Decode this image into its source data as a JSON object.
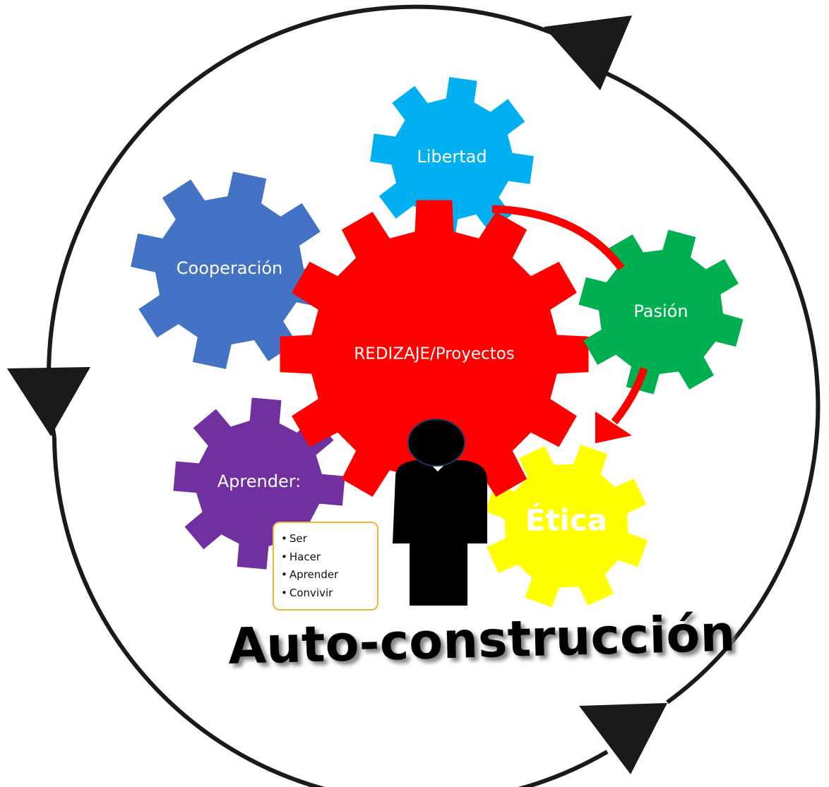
{
  "gears": {
    "center": {
      "label": "REDIZAJE/Proyectos",
      "color": "#ff0000"
    },
    "libertad": {
      "label": "Libertad",
      "color": "#00b0f0"
    },
    "cooperacion": {
      "label": "Cooperación",
      "color": "#4472c4"
    },
    "pasion": {
      "label": "Pasión",
      "color": "#00b050"
    },
    "aprender": {
      "label": "Aprender:",
      "color": "#7030a0"
    },
    "etica": {
      "label": "Ética",
      "color": "#ffff00"
    }
  },
  "skills": {
    "items": [
      "Ser",
      "Hacer",
      "Aprender",
      "Convivir"
    ]
  },
  "title": "Auto-construcción",
  "colors": {
    "cycle_arrow": "#1a1a1a",
    "flow_arrow": "#ff0000",
    "person": "#000000",
    "person_outline": "#1f3864"
  }
}
